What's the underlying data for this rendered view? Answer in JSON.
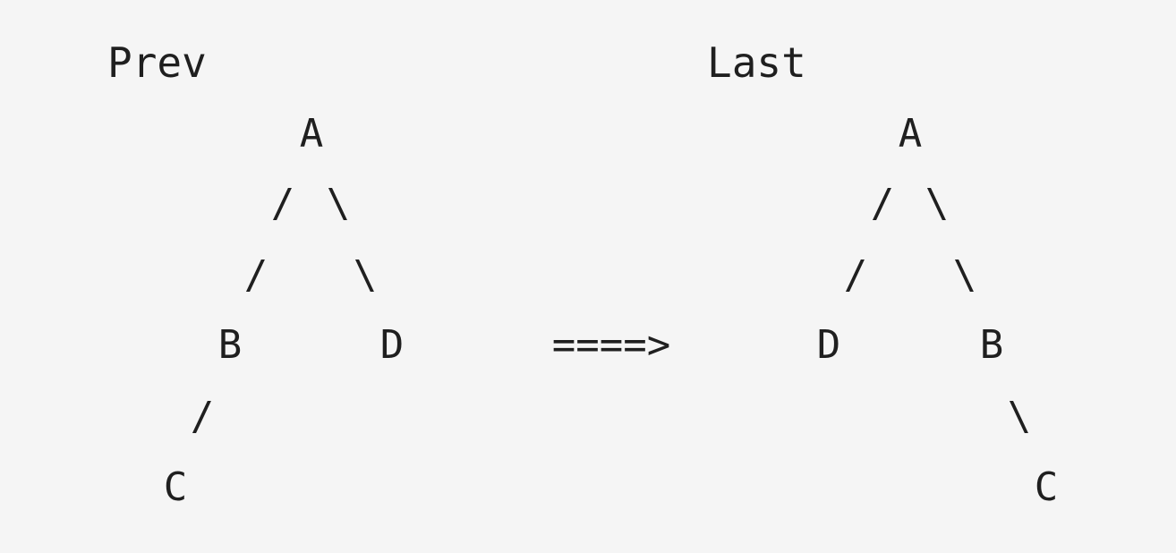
{
  "prev_tree": {
    "title": "Prev",
    "nodes": {
      "a": "A",
      "b": "B",
      "c": "C",
      "d": "D"
    },
    "edges": {
      "forward": "/",
      "back": "\\"
    }
  },
  "transform_arrow": "====>",
  "last_tree": {
    "title": "Last",
    "nodes": {
      "a": "A",
      "b": "B",
      "c": "C",
      "d": "D"
    },
    "edges": {
      "forward": "/",
      "back": "\\"
    }
  },
  "colors": {
    "background": "#f5f5f5",
    "text": "#1f1f1f"
  }
}
